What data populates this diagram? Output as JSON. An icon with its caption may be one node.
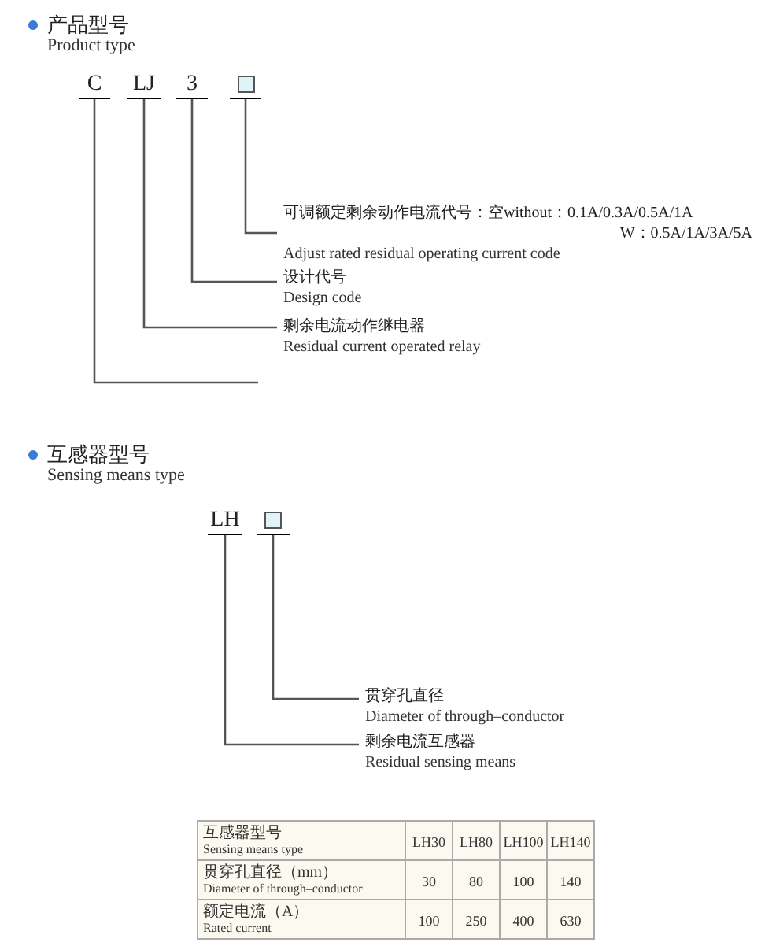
{
  "diagram": {
    "nodes": [
      {
        "text": [
          "C"
        ]
      },
      {
        "text": [
          "LJ"
        ]
      },
      {
        "text": [
          "3"
        ]
      },
      {
        "text": [],
        "shape": "box"
      },
      {
        "text": [
          "可调额定剩余动作电流代号：空without：0.1A/0.3A/0.5A/1A",
          "W：0.5A/1A/3A/5A",
          "Adjust rated residual operating current code"
        ]
      },
      {
        "text": [
          "设计代号",
          "Design code"
        ]
      },
      {
        "text": [
          "剩余电流动作继电器",
          "Residual current operated relay"
        ]
      },
      {
        "text": [
          "LH"
        ]
      },
      {
        "text": [],
        "shape": "box"
      },
      {
        "text": [
          "贯穿孔直径",
          "Diameter of through–conductor"
        ]
      },
      {
        "text": [
          "剩余电流互感器",
          "Residual sensing means"
        ]
      }
    ],
    "edges": [
      {
        "from": 3,
        "to": 4,
        "arrow": "none"
      },
      {
        "from": 2,
        "to": 5,
        "arrow": "none"
      },
      {
        "from": 1,
        "to": 6,
        "arrow": "none"
      },
      {
        "from": 0,
        "to": null,
        "arrow": "none"
      },
      {
        "from": 8,
        "to": 9,
        "arrow": "none"
      },
      {
        "from": 7,
        "to": 10,
        "arrow": "none"
      }
    ],
    "labels": [
      "产品型号",
      "Product type",
      "互感器型号",
      "Sensing means type",
      "互感器型号",
      "Sensing means type",
      "LH30",
      "LH80",
      "LH100",
      "LH140",
      "贯穿孔直径（mm）",
      "Diameter of through–conductor",
      "30",
      "80",
      "100",
      "140",
      "额定电流（A）",
      "Rated current",
      "100",
      "250",
      "400",
      "630"
    ]
  }
}
